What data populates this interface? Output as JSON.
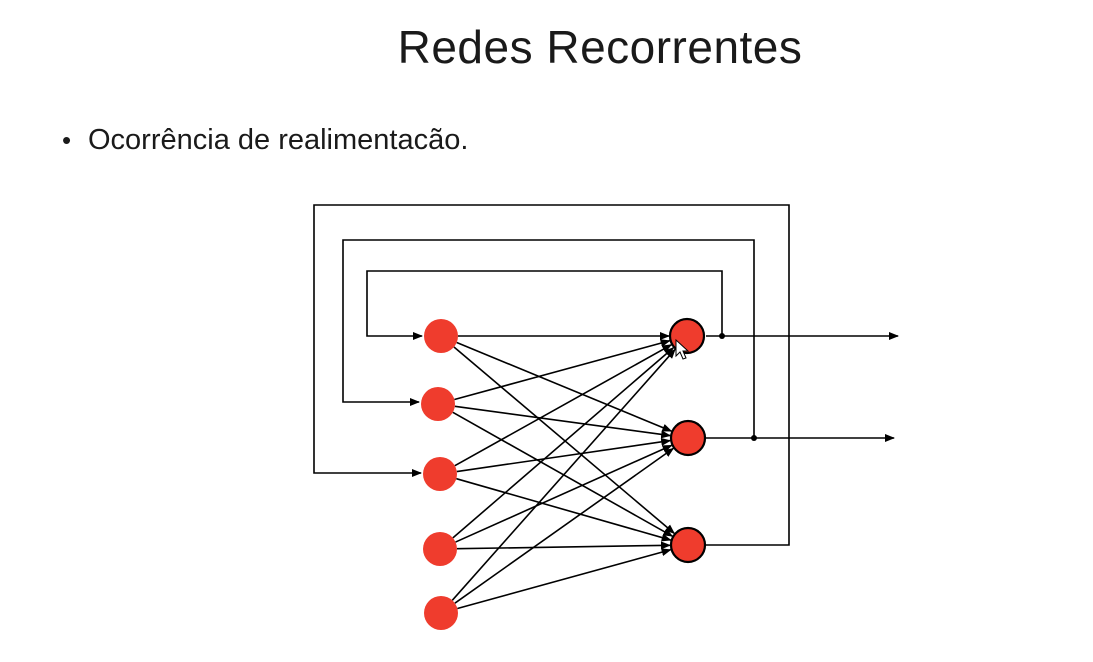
{
  "slide": {
    "title": "Redes Recorrentes",
    "bullets": [
      {
        "symbol": "•",
        "text": "Ocorrência de realimentacão."
      }
    ]
  },
  "diagram": {
    "node_color": "#ef3c2d",
    "edge_color": "#000000",
    "input_nodes": 5,
    "output_nodes": 3,
    "connectivity": "fully-connected input to output",
    "feedback": "each output loops back to one of the first three inputs",
    "outputs_with_external_arrow": 2
  }
}
